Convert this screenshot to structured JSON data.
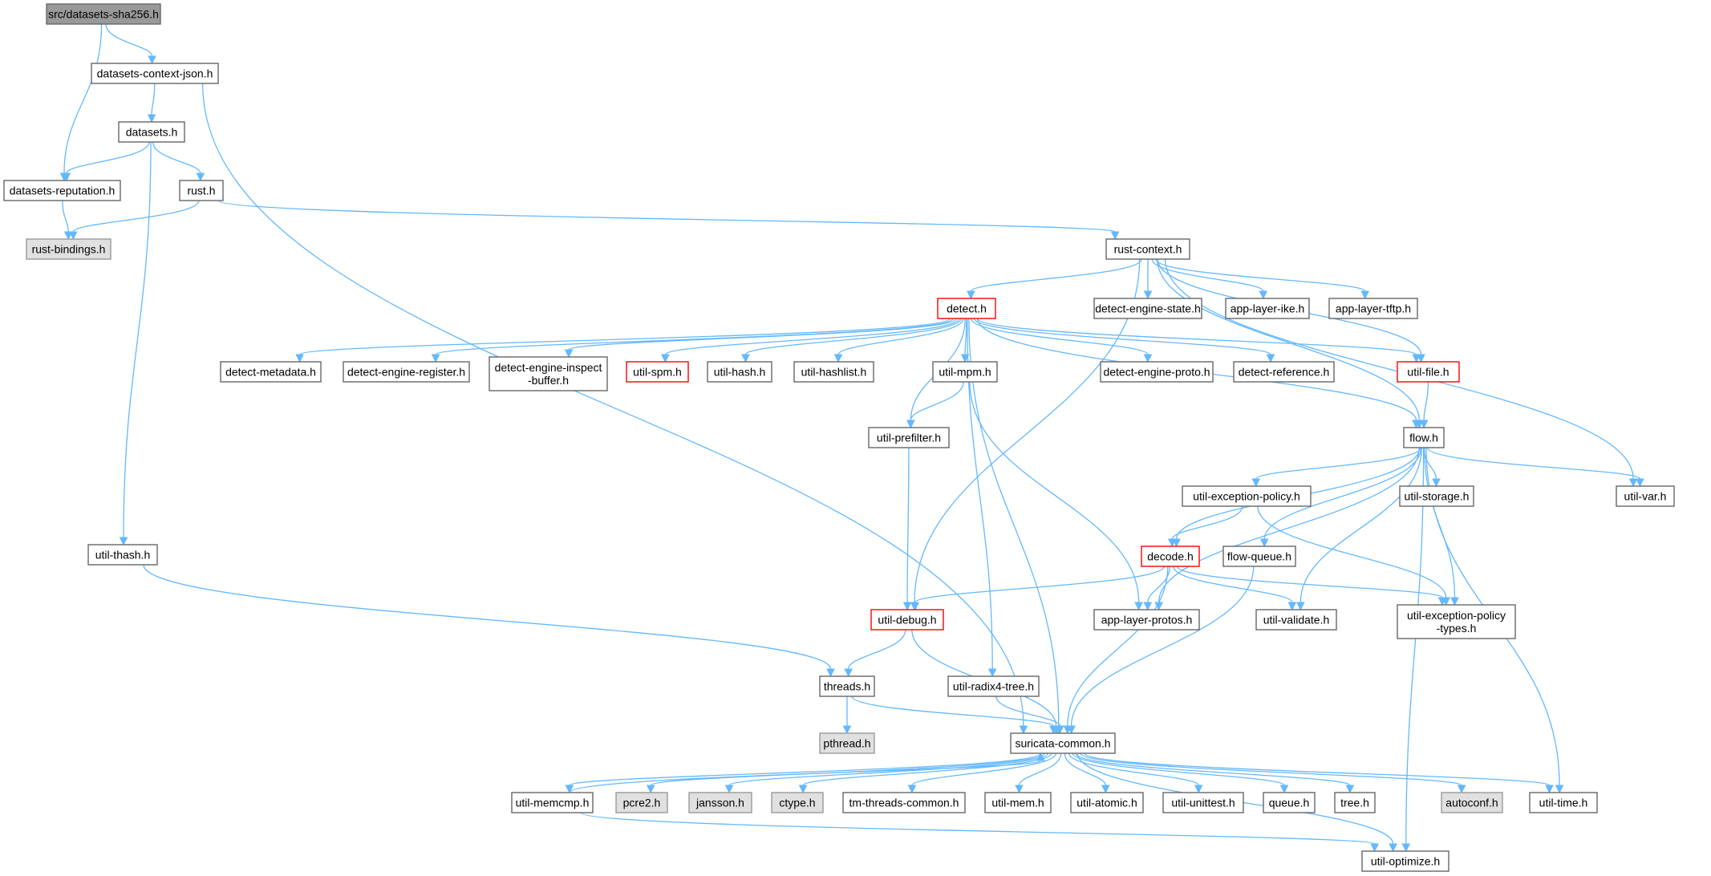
{
  "colors": {
    "edge": "#63b8ff",
    "root_fill": "#999999",
    "root_stroke": "#666666",
    "plain_fill": "#ffffff",
    "plain_stroke": "#666666",
    "truncated_fill": "#ffffff",
    "truncated_stroke": "#ff0000",
    "system_fill": "#e0e0e0",
    "system_stroke": "#999999"
  },
  "nodes": [
    {
      "id": "sha256",
      "label": "src/datasets-sha256.h",
      "style": "root"
    },
    {
      "id": "ctxjson",
      "label": "datasets-context-json.h",
      "style": "plain"
    },
    {
      "id": "datasets",
      "label": "datasets.h",
      "style": "plain"
    },
    {
      "id": "reput",
      "label": "datasets-reputation.h",
      "style": "plain"
    },
    {
      "id": "rusth",
      "label": "rust.h",
      "style": "plain"
    },
    {
      "id": "rustbind",
      "label": "rust-bindings.h",
      "style": "system"
    },
    {
      "id": "rustctx",
      "label": "rust-context.h",
      "style": "plain"
    },
    {
      "id": "detect",
      "label": "detect.h",
      "style": "truncated"
    },
    {
      "id": "des",
      "label": "detect-engine-state.h",
      "style": "plain"
    },
    {
      "id": "ike",
      "label": "app-layer-ike.h",
      "style": "plain"
    },
    {
      "id": "tftp",
      "label": "app-layer-tftp.h",
      "style": "plain"
    },
    {
      "id": "dmeta",
      "label": "detect-metadata.h",
      "style": "plain"
    },
    {
      "id": "dreg",
      "label": "detect-engine-register.h",
      "style": "plain"
    },
    {
      "id": "dinsp",
      "label": [
        "detect-engine-inspect",
        "-buffer.h"
      ],
      "style": "plain"
    },
    {
      "id": "spm",
      "label": "util-spm.h",
      "style": "truncated"
    },
    {
      "id": "uhash",
      "label": "util-hash.h",
      "style": "plain"
    },
    {
      "id": "uhashlist",
      "label": "util-hashlist.h",
      "style": "plain"
    },
    {
      "id": "mpm",
      "label": "util-mpm.h",
      "style": "plain"
    },
    {
      "id": "dproto",
      "label": "detect-engine-proto.h",
      "style": "plain"
    },
    {
      "id": "dref",
      "label": "detect-reference.h",
      "style": "plain"
    },
    {
      "id": "ufile",
      "label": "util-file.h",
      "style": "truncated"
    },
    {
      "id": "prefilter",
      "label": "util-prefilter.h",
      "style": "plain"
    },
    {
      "id": "flow",
      "label": "flow.h",
      "style": "plain"
    },
    {
      "id": "uexc",
      "label": "util-exception-policy.h",
      "style": "plain"
    },
    {
      "id": "ustor",
      "label": "util-storage.h",
      "style": "plain"
    },
    {
      "id": "uvar",
      "label": "util-var.h",
      "style": "plain"
    },
    {
      "id": "thash",
      "label": "util-thash.h",
      "style": "plain"
    },
    {
      "id": "decode",
      "label": "decode.h",
      "style": "truncated"
    },
    {
      "id": "fqueue",
      "label": "flow-queue.h",
      "style": "plain"
    },
    {
      "id": "udebug",
      "label": "util-debug.h",
      "style": "truncated"
    },
    {
      "id": "alp",
      "label": "app-layer-protos.h",
      "style": "plain"
    },
    {
      "id": "uvalid",
      "label": "util-validate.h",
      "style": "plain"
    },
    {
      "id": "uexct",
      "label": [
        "util-exception-policy",
        "-types.h"
      ],
      "style": "plain"
    },
    {
      "id": "threads",
      "label": "threads.h",
      "style": "plain"
    },
    {
      "id": "radix",
      "label": "util-radix4-tree.h",
      "style": "plain"
    },
    {
      "id": "pthread",
      "label": "pthread.h",
      "style": "system"
    },
    {
      "id": "sc",
      "label": "suricata-common.h",
      "style": "plain"
    },
    {
      "id": "memcmp",
      "label": "util-memcmp.h",
      "style": "plain"
    },
    {
      "id": "pcre2",
      "label": "pcre2.h",
      "style": "system"
    },
    {
      "id": "jansson",
      "label": "jansson.h",
      "style": "system"
    },
    {
      "id": "ctype",
      "label": "ctype.h",
      "style": "system"
    },
    {
      "id": "tmtc",
      "label": "tm-threads-common.h",
      "style": "plain"
    },
    {
      "id": "umem",
      "label": "util-mem.h",
      "style": "plain"
    },
    {
      "id": "uatomic",
      "label": "util-atomic.h",
      "style": "plain"
    },
    {
      "id": "uunit",
      "label": "util-unittest.h",
      "style": "plain"
    },
    {
      "id": "queue",
      "label": "queue.h",
      "style": "plain"
    },
    {
      "id": "tree",
      "label": "tree.h",
      "style": "plain"
    },
    {
      "id": "autoconf",
      "label": "autoconf.h",
      "style": "system"
    },
    {
      "id": "utime",
      "label": "util-time.h",
      "style": "plain"
    },
    {
      "id": "uopt",
      "label": "util-optimize.h",
      "style": "plain"
    }
  ],
  "edges": [
    [
      "sha256",
      "ctxjson"
    ],
    [
      "sha256",
      "reput"
    ],
    [
      "ctxjson",
      "datasets"
    ],
    [
      "ctxjson",
      "sc"
    ],
    [
      "datasets",
      "reput"
    ],
    [
      "datasets",
      "rusth"
    ],
    [
      "datasets",
      "thash"
    ],
    [
      "reput",
      "rustbind"
    ],
    [
      "rusth",
      "rustbind"
    ],
    [
      "rusth",
      "rustctx"
    ],
    [
      "rustctx",
      "detect"
    ],
    [
      "rustctx",
      "des"
    ],
    [
      "rustctx",
      "ike"
    ],
    [
      "rustctx",
      "tftp"
    ],
    [
      "rustctx",
      "ufile"
    ],
    [
      "rustctx",
      "flow"
    ],
    [
      "rustctx",
      "uvar"
    ],
    [
      "rustctx",
      "udebug"
    ],
    [
      "detect",
      "dmeta"
    ],
    [
      "detect",
      "dreg"
    ],
    [
      "detect",
      "dinsp"
    ],
    [
      "detect",
      "spm"
    ],
    [
      "detect",
      "uhash"
    ],
    [
      "detect",
      "uhashlist"
    ],
    [
      "detect",
      "mpm"
    ],
    [
      "detect",
      "dproto"
    ],
    [
      "detect",
      "dref"
    ],
    [
      "detect",
      "ufile"
    ],
    [
      "detect",
      "prefilter"
    ],
    [
      "detect",
      "flow"
    ],
    [
      "detect",
      "radix"
    ],
    [
      "detect",
      "sc"
    ],
    [
      "mpm",
      "prefilter"
    ],
    [
      "mpm",
      "alp"
    ],
    [
      "prefilter",
      "udebug"
    ],
    [
      "ufile",
      "flow"
    ],
    [
      "flow",
      "uexc"
    ],
    [
      "flow",
      "ustor"
    ],
    [
      "flow",
      "uvar"
    ],
    [
      "flow",
      "decode"
    ],
    [
      "flow",
      "fqueue"
    ],
    [
      "flow",
      "alp"
    ],
    [
      "flow",
      "uvalid"
    ],
    [
      "flow",
      "uexct"
    ],
    [
      "flow",
      "utime"
    ],
    [
      "flow",
      "uopt"
    ],
    [
      "uexc",
      "decode"
    ],
    [
      "uexc",
      "uexct"
    ],
    [
      "thash",
      "threads"
    ],
    [
      "decode",
      "udebug"
    ],
    [
      "decode",
      "alp"
    ],
    [
      "decode",
      "uvalid"
    ],
    [
      "decode",
      "uexct"
    ],
    [
      "decode",
      "sc"
    ],
    [
      "fqueue",
      "sc"
    ],
    [
      "udebug",
      "threads"
    ],
    [
      "udebug",
      "sc"
    ],
    [
      "threads",
      "pthread"
    ],
    [
      "threads",
      "sc"
    ],
    [
      "radix",
      "sc"
    ],
    [
      "sc",
      "memcmp"
    ],
    [
      "sc",
      "pcre2"
    ],
    [
      "sc",
      "jansson"
    ],
    [
      "sc",
      "ctype"
    ],
    [
      "sc",
      "tmtc"
    ],
    [
      "sc",
      "umem"
    ],
    [
      "sc",
      "uatomic"
    ],
    [
      "sc",
      "uunit"
    ],
    [
      "sc",
      "queue"
    ],
    [
      "sc",
      "tree"
    ],
    [
      "sc",
      "autoconf"
    ],
    [
      "sc",
      "utime"
    ],
    [
      "sc",
      "uopt"
    ],
    [
      "memcmp",
      "sc"
    ],
    [
      "memcmp",
      "uopt"
    ]
  ]
}
